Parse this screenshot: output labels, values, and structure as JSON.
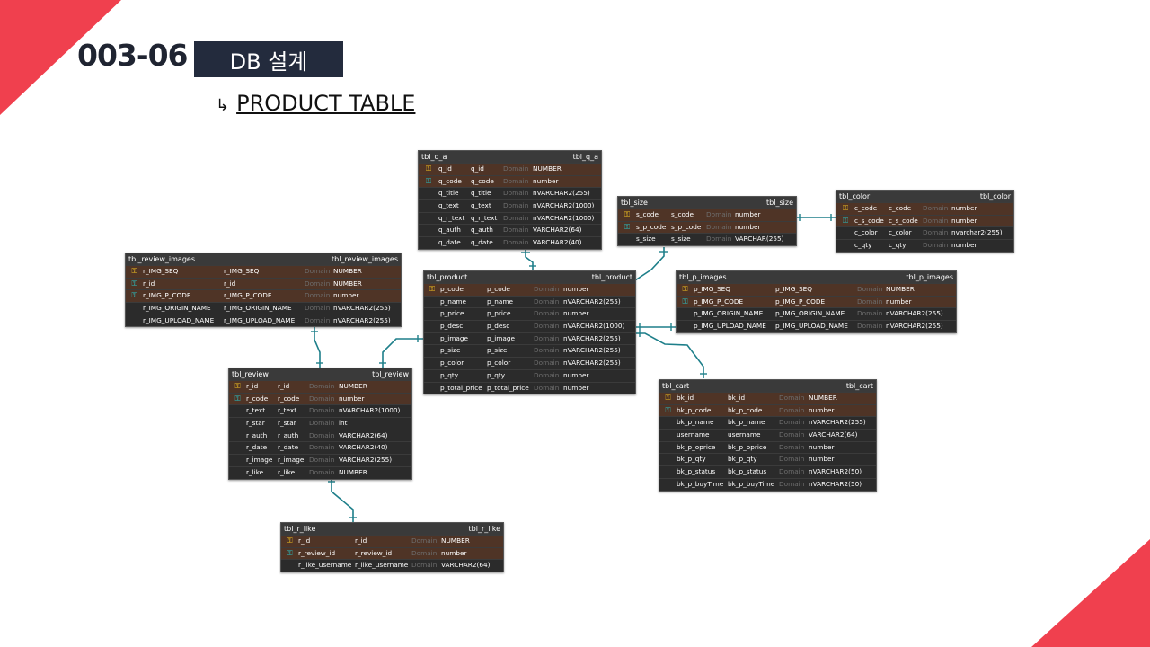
{
  "slide": {
    "number": "003-06",
    "title": "DB 설계",
    "subtitle_arrow": "↳",
    "subtitle": "PRODUCT TABLE"
  },
  "colors": {
    "accent_red": "#f0404e",
    "title_box": "#232b3d",
    "link": "#1e7f8a",
    "pk_icon": "#f0c020",
    "fk_icon": "#29c1c4"
  },
  "diagram": {
    "tables": {
      "q_a": {
        "name": "tbl_q_a",
        "rows": [
          {
            "k": "pk",
            "c1": "q_id",
            "c2": "q_id",
            "dom": "Domain",
            "ty": "NUMBER"
          },
          {
            "k": "fk",
            "c1": "q_code",
            "c2": "q_code",
            "dom": "Domain",
            "ty": "number"
          },
          {
            "k": "",
            "c1": "q_title",
            "c2": "q_title",
            "dom": "Domain",
            "ty": "nVARCHAR2(255)"
          },
          {
            "k": "",
            "c1": "q_text",
            "c2": "q_text",
            "dom": "Domain",
            "ty": "nVARCHAR2(1000)"
          },
          {
            "k": "",
            "c1": "q_r_text",
            "c2": "q_r_text",
            "dom": "Domain",
            "ty": "nVARCHAR2(1000)"
          },
          {
            "k": "",
            "c1": "q_auth",
            "c2": "q_auth",
            "dom": "Domain",
            "ty": "VARCHAR2(64)"
          },
          {
            "k": "",
            "c1": "q_date",
            "c2": "q_date",
            "dom": "Domain",
            "ty": "VARCHAR2(40)"
          }
        ]
      },
      "size": {
        "name": "tbl_size",
        "rows": [
          {
            "k": "pk",
            "c1": "s_code",
            "c2": "s_code",
            "dom": "Domain",
            "ty": "number"
          },
          {
            "k": "fk",
            "c1": "s_p_code",
            "c2": "s_p_code",
            "dom": "Domain",
            "ty": "number"
          },
          {
            "k": "",
            "c1": "s_size",
            "c2": "s_size",
            "dom": "Domain",
            "ty": "VARCHAR(255)"
          }
        ]
      },
      "color": {
        "name": "tbl_color",
        "rows": [
          {
            "k": "pk",
            "c1": "c_code",
            "c2": "c_code",
            "dom": "Domain",
            "ty": "number"
          },
          {
            "k": "fk",
            "c1": "c_s_code",
            "c2": "c_s_code",
            "dom": "Domain",
            "ty": "number"
          },
          {
            "k": "",
            "c1": "c_color",
            "c2": "c_color",
            "dom": "Domain",
            "ty": "nvarchar2(255)"
          },
          {
            "k": "",
            "c1": "c_qty",
            "c2": "c_qty",
            "dom": "Domain",
            "ty": "number"
          }
        ]
      },
      "review_images": {
        "name": "tbl_review_images",
        "rows": [
          {
            "k": "pk",
            "c1": "r_IMG_SEQ",
            "c2": "r_IMG_SEQ",
            "dom": "Domain",
            "ty": "NUMBER"
          },
          {
            "k": "fk",
            "c1": "r_id",
            "c2": "r_id",
            "dom": "Domain",
            "ty": "NUMBER"
          },
          {
            "k": "fk",
            "c1": "r_IMG_P_CODE",
            "c2": "r_IMG_P_CODE",
            "dom": "Domain",
            "ty": "number"
          },
          {
            "k": "",
            "c1": "r_IMG_ORIGIN_NAME",
            "c2": "r_IMG_ORIGIN_NAME",
            "dom": "Domain",
            "ty": "nVARCHAR2(255)"
          },
          {
            "k": "",
            "c1": "r_IMG_UPLOAD_NAME",
            "c2": "r_IMG_UPLOAD_NAME",
            "dom": "Domain",
            "ty": "nVARCHAR2(255)"
          }
        ]
      },
      "product": {
        "name": "tbl_product",
        "rows": [
          {
            "k": "pk",
            "c1": "p_code",
            "c2": "p_code",
            "dom": "Domain",
            "ty": "number"
          },
          {
            "k": "",
            "c1": "p_name",
            "c2": "p_name",
            "dom": "Domain",
            "ty": "nVARCHAR2(255)"
          },
          {
            "k": "",
            "c1": "p_price",
            "c2": "p_price",
            "dom": "Domain",
            "ty": "number"
          },
          {
            "k": "",
            "c1": "p_desc",
            "c2": "p_desc",
            "dom": "Domain",
            "ty": "nVARCHAR2(1000)"
          },
          {
            "k": "",
            "c1": "p_image",
            "c2": "p_image",
            "dom": "Domain",
            "ty": "nVARCHAR2(255)"
          },
          {
            "k": "",
            "c1": "p_size",
            "c2": "p_size",
            "dom": "Domain",
            "ty": "nVARCHAR2(255)"
          },
          {
            "k": "",
            "c1": "p_color",
            "c2": "p_color",
            "dom": "Domain",
            "ty": "nVARCHAR2(255)"
          },
          {
            "k": "",
            "c1": "p_qty",
            "c2": "p_qty",
            "dom": "Domain",
            "ty": "number"
          },
          {
            "k": "",
            "c1": "p_total_price",
            "c2": "p_total_price",
            "dom": "Domain",
            "ty": "number"
          }
        ]
      },
      "p_images": {
        "name": "tbl_p_images",
        "rows": [
          {
            "k": "pk",
            "c1": "p_IMG_SEQ",
            "c2": "p_IMG_SEQ",
            "dom": "Domain",
            "ty": "NUMBER"
          },
          {
            "k": "fk",
            "c1": "p_IMG_P_CODE",
            "c2": "p_IMG_P_CODE",
            "dom": "Domain",
            "ty": "number"
          },
          {
            "k": "",
            "c1": "p_IMG_ORIGIN_NAME",
            "c2": "p_IMG_ORIGIN_NAME",
            "dom": "Domain",
            "ty": "nVARCHAR2(255)"
          },
          {
            "k": "",
            "c1": "p_IMG_UPLOAD_NAME",
            "c2": "p_IMG_UPLOAD_NAME",
            "dom": "Domain",
            "ty": "nVARCHAR2(255)"
          }
        ]
      },
      "review": {
        "name": "tbl_review",
        "rows": [
          {
            "k": "pk",
            "c1": "r_id",
            "c2": "r_id",
            "dom": "Domain",
            "ty": "NUMBER"
          },
          {
            "k": "fk",
            "c1": "r_code",
            "c2": "r_code",
            "dom": "Domain",
            "ty": "number"
          },
          {
            "k": "",
            "c1": "r_text",
            "c2": "r_text",
            "dom": "Domain",
            "ty": "nVARCHAR2(1000)"
          },
          {
            "k": "",
            "c1": "r_star",
            "c2": "r_star",
            "dom": "Domain",
            "ty": "int"
          },
          {
            "k": "",
            "c1": "r_auth",
            "c2": "r_auth",
            "dom": "Domain",
            "ty": "VARCHAR2(64)"
          },
          {
            "k": "",
            "c1": "r_date",
            "c2": "r_date",
            "dom": "Domain",
            "ty": "VARCHAR2(40)"
          },
          {
            "k": "",
            "c1": "r_image",
            "c2": "r_image",
            "dom": "Domain",
            "ty": "VARCHAR2(255)"
          },
          {
            "k": "",
            "c1": "r_like",
            "c2": "r_like",
            "dom": "Domain",
            "ty": "NUMBER"
          }
        ]
      },
      "cart": {
        "name": "tbl_cart",
        "rows": [
          {
            "k": "pk",
            "c1": "bk_id",
            "c2": "bk_id",
            "dom": "Domain",
            "ty": "NUMBER"
          },
          {
            "k": "fk",
            "c1": "bk_p_code",
            "c2": "bk_p_code",
            "dom": "Domain",
            "ty": "number"
          },
          {
            "k": "",
            "c1": "bk_p_name",
            "c2": "bk_p_name",
            "dom": "Domain",
            "ty": "nVARCHAR2(255)"
          },
          {
            "k": "",
            "c1": "username",
            "c2": "username",
            "dom": "Domain",
            "ty": "VARCHAR2(64)"
          },
          {
            "k": "",
            "c1": "bk_p_oprice",
            "c2": "bk_p_oprice",
            "dom": "Domain",
            "ty": "number"
          },
          {
            "k": "",
            "c1": "bk_p_qty",
            "c2": "bk_p_qty",
            "dom": "Domain",
            "ty": "number"
          },
          {
            "k": "",
            "c1": "bk_p_status",
            "c2": "bk_p_status",
            "dom": "Domain",
            "ty": "nVARCHAR2(50)"
          },
          {
            "k": "",
            "c1": "bk_p_buyTime",
            "c2": "bk_p_buyTime",
            "dom": "Domain",
            "ty": "nVARCHAR2(50)"
          }
        ]
      },
      "r_like": {
        "name": "tbl_r_like",
        "rows": [
          {
            "k": "pk",
            "c1": "r_id",
            "c2": "r_id",
            "dom": "Domain",
            "ty": "NUMBER"
          },
          {
            "k": "fk",
            "c1": "r_review_id",
            "c2": "r_review_id",
            "dom": "Domain",
            "ty": "number"
          },
          {
            "k": "",
            "c1": "r_like_username",
            "c2": "r_like_username",
            "dom": "Domain",
            "ty": "VARCHAR2(64)"
          }
        ]
      }
    }
  }
}
